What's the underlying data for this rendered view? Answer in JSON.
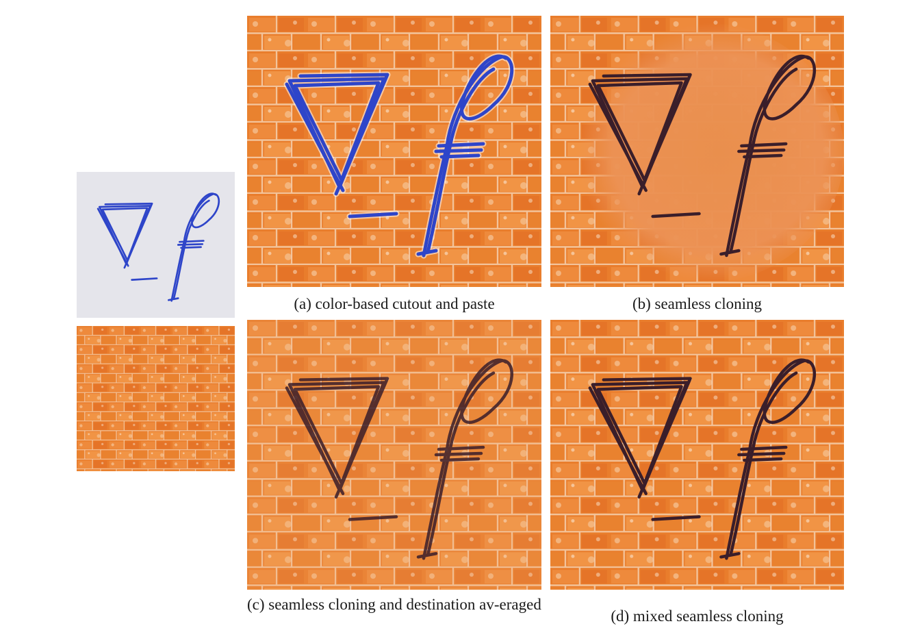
{
  "figure": {
    "captions": {
      "a": "(a) color-based cutout and paste",
      "b": "(b) seamless cloning",
      "c": "(c) seamless cloning and destination av-eraged",
      "d": "(d) mixed seamless cloning"
    },
    "colors": {
      "wall_orange": "#e97d2c",
      "wall_light": "#f4b57a",
      "mortar": "#f7dcc0",
      "blue_ink": "#2e45c9",
      "dark_ink": "#3a1e2a",
      "paper": "#dcdde4"
    }
  }
}
